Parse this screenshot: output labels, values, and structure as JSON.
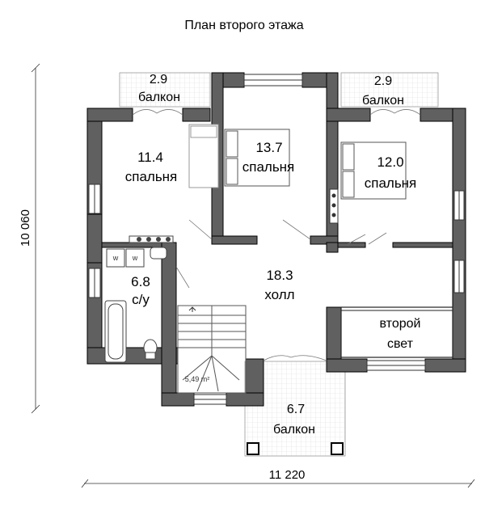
{
  "title": "План второго этажа",
  "dimensions": {
    "width": "11 220",
    "height": "10 060"
  },
  "rooms": {
    "balcony_left": {
      "area": "2.9",
      "name": "балкон"
    },
    "balcony_right": {
      "area": "2.9",
      "name": "балкон"
    },
    "bedroom_left": {
      "area": "11.4",
      "name": "спальня"
    },
    "bedroom_middle": {
      "area": "13.7",
      "name": "спальня"
    },
    "bedroom_right": {
      "area": "12.0",
      "name": "спальня"
    },
    "hall": {
      "area": "18.3",
      "name": "холл"
    },
    "bathroom": {
      "area": "6.8",
      "name": "с/у"
    },
    "second_light": {
      "line1": "второй",
      "line2": "свет"
    },
    "balcony_bottom": {
      "area": "6.7",
      "name": "балкон"
    }
  },
  "stair_area": "5,49 m²",
  "appliance_labels": {
    "washer_a": "w",
    "washer_b": "w"
  },
  "colors": {
    "wall": "#606060",
    "wall_outline": "#000000",
    "balcony_grid": "#d9d9d9",
    "furniture": "#555555"
  }
}
